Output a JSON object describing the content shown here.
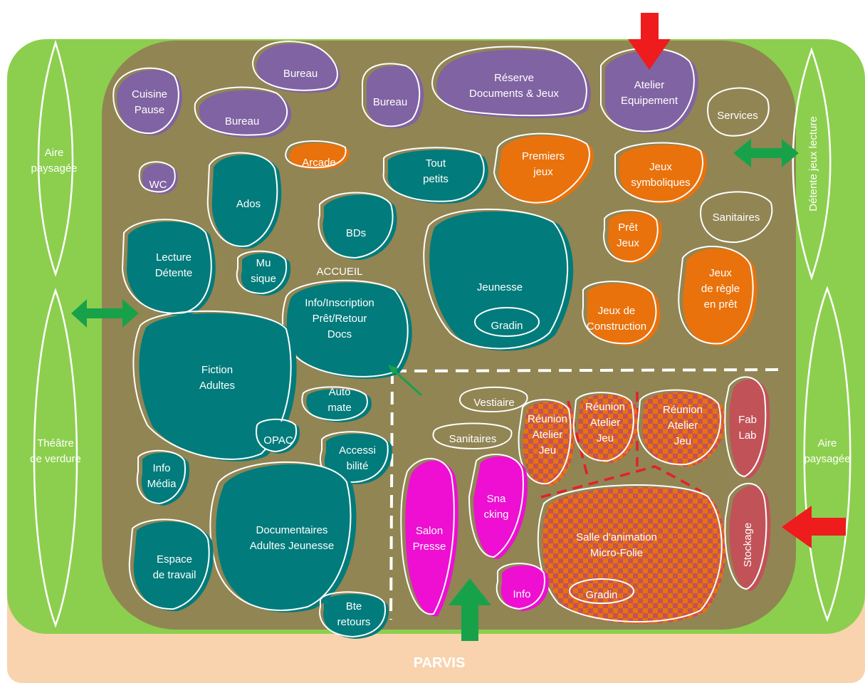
{
  "plan": {
    "parvis": "PARVIS",
    "outside": {
      "left_top": [
        "Aire",
        "paysagée"
      ],
      "left_bottom": [
        "Théâtre",
        "de verdure"
      ],
      "right_top": "Détente jeux lecture",
      "right_bottom": [
        "Aire",
        "paysagée"
      ]
    },
    "colors": {
      "green": "#8ccf4e",
      "parvis": "#f8d3ae",
      "floor": "#918554",
      "purple": "#8063a2",
      "teal": "#017b7b",
      "orange": "#e9720c",
      "magenta": "#ee0fd2",
      "brick": "#c15258",
      "red_arrow": "#ee1c1c",
      "green_arrow": "#17a24a"
    },
    "rooms": {
      "bureau1": "Bureau",
      "cuisine": [
        "Cuisine",
        "Pause"
      ],
      "bureau2": "Bureau",
      "bureau3": "Bureau",
      "reserve": [
        "Réserve",
        "Documents & Jeux"
      ],
      "atelier_equip": [
        "Atelier",
        "Equipement"
      ],
      "services": "Services",
      "arcade": "Arcade",
      "wc": "WC",
      "ados": "Ados",
      "tout_petits": [
        "Tout",
        "petits"
      ],
      "premiers_jeux": [
        "Premiers",
        "jeux"
      ],
      "jeux_symb": [
        "Jeux",
        "symboliques"
      ],
      "sanitaires_top": "Sanitaires",
      "bds": "BDs",
      "lecture": [
        "Lecture",
        "Détente"
      ],
      "musique": [
        "Mu",
        "sique"
      ],
      "jeunesse": "Jeunesse",
      "gradin_jeunesse": "Gradin",
      "pret_jeux": [
        "Prêt",
        "Jeux"
      ],
      "jeux_regle": [
        "Jeux",
        "de règle",
        "en prêt"
      ],
      "accueil": [
        "ACCUEIL",
        "",
        "Info/Inscription",
        "Prêt/Retour",
        "Docs"
      ],
      "jeux_constr": [
        "Jeux de",
        "Construction"
      ],
      "fiction": [
        "Fiction",
        "Adultes"
      ],
      "automate": [
        "Auto",
        "mate"
      ],
      "vestiaire": "Vestiaire",
      "reunion1": [
        "Réunion",
        "Atelier",
        "Jeu"
      ],
      "reunion2": [
        "Réunion",
        "Atelier",
        "Jeu"
      ],
      "reunion3": [
        "Réunion",
        "Atelier",
        "Jeu"
      ],
      "fablab": [
        "Fab",
        "Lab"
      ],
      "opac": "OPAC",
      "sanitaires_bottom": "Sanitaires",
      "accessibilite": [
        "Accessi",
        "bilité"
      ],
      "info_media": [
        "Info",
        "Média"
      ],
      "salon_presse": [
        "Salon",
        "Presse"
      ],
      "snacking": [
        "Sna",
        "cking"
      ],
      "salle_anim": [
        "Salle d'animation",
        "Micro-Folie"
      ],
      "gradin_salle": "Gradin",
      "stockage": "Stockage",
      "documentaires": [
        "Documentaires",
        "Adultes Jeunesse"
      ],
      "espace_travail": [
        "Espace",
        "de travail"
      ],
      "info": "Info",
      "bte_retours": [
        "Bte",
        "retours"
      ]
    }
  }
}
